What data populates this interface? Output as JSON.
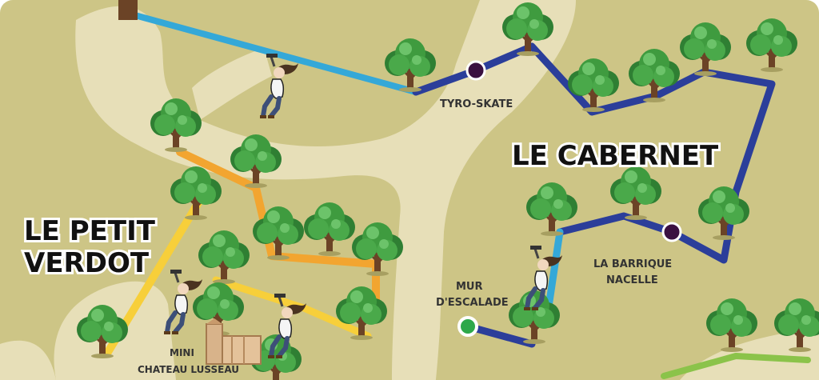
{
  "map": {
    "courses": {
      "cabernet": {
        "name": "LE CABERNET"
      },
      "petit_verdot": {
        "name_line1": "LE PETIT",
        "name_line2": "VERDOT"
      }
    },
    "activities": {
      "tyro_skate": "TYRO-SKATE",
      "barrique_line1": "LA BARRIQUE",
      "barrique_line2": "NACELLE",
      "mur_line1": "MUR",
      "mur_line2": "D'ESCALADE",
      "mini_line1": "MINI",
      "mini_line2": "CHATEAU LUSSEAU"
    }
  },
  "colors": {
    "background": "#cdc586",
    "path": "#e7dfb8",
    "cabernet_route": "#2b3e9a",
    "zipline": "#34a8d8",
    "petit_verdot_route_orange": "#f2a530",
    "petit_verdot_route_yellow": "#f7cf3a",
    "extra_route": "#8bc34a",
    "marker_dark": "#3a1040",
    "marker_start": "#2da84a",
    "tree_foliage": "#3f9b3f",
    "tree_trunk": "#6b4326"
  },
  "icons": [
    "tree-icon",
    "climber-icon",
    "chateau-icon",
    "station-marker-icon",
    "start-marker-icon"
  ]
}
